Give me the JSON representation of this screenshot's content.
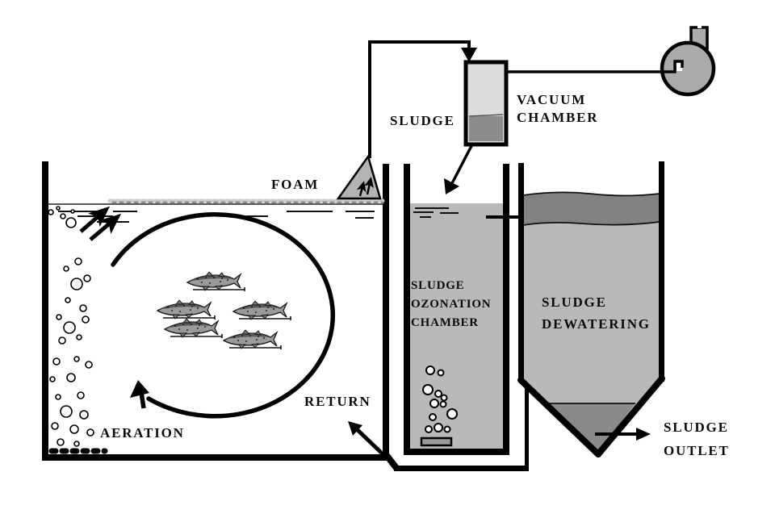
{
  "diagram": {
    "type": "process-schematic",
    "subject": "recirculating fish tank with foam fractionation, sludge ozonation and dewatering",
    "labels": {
      "foam": "FOAM",
      "sludge_feed": "SLUDGE",
      "vacuum_chamber": [
        "VACUUM",
        "CHAMBER"
      ],
      "ozonation_chamber": [
        "SLUDGE",
        "OZONATION",
        "CHAMBER"
      ],
      "dewatering": [
        "SLUDGE",
        "DEWATERING"
      ],
      "return_flow": "RETURN",
      "aeration": "AERATION",
      "sludge_outlet": [
        "SLUDGE",
        "OUTLET"
      ]
    },
    "colors": {
      "line": "#000000",
      "tank_water": "#b9b9b9",
      "sludge_dark": "#828282",
      "cone_sludge": "#8a8a8a",
      "vacuum_light": "#dcdcdc",
      "vacuum_sludge": "#8c8c8c",
      "pump": "#ababab",
      "foam": "#b3b3b3"
    }
  }
}
